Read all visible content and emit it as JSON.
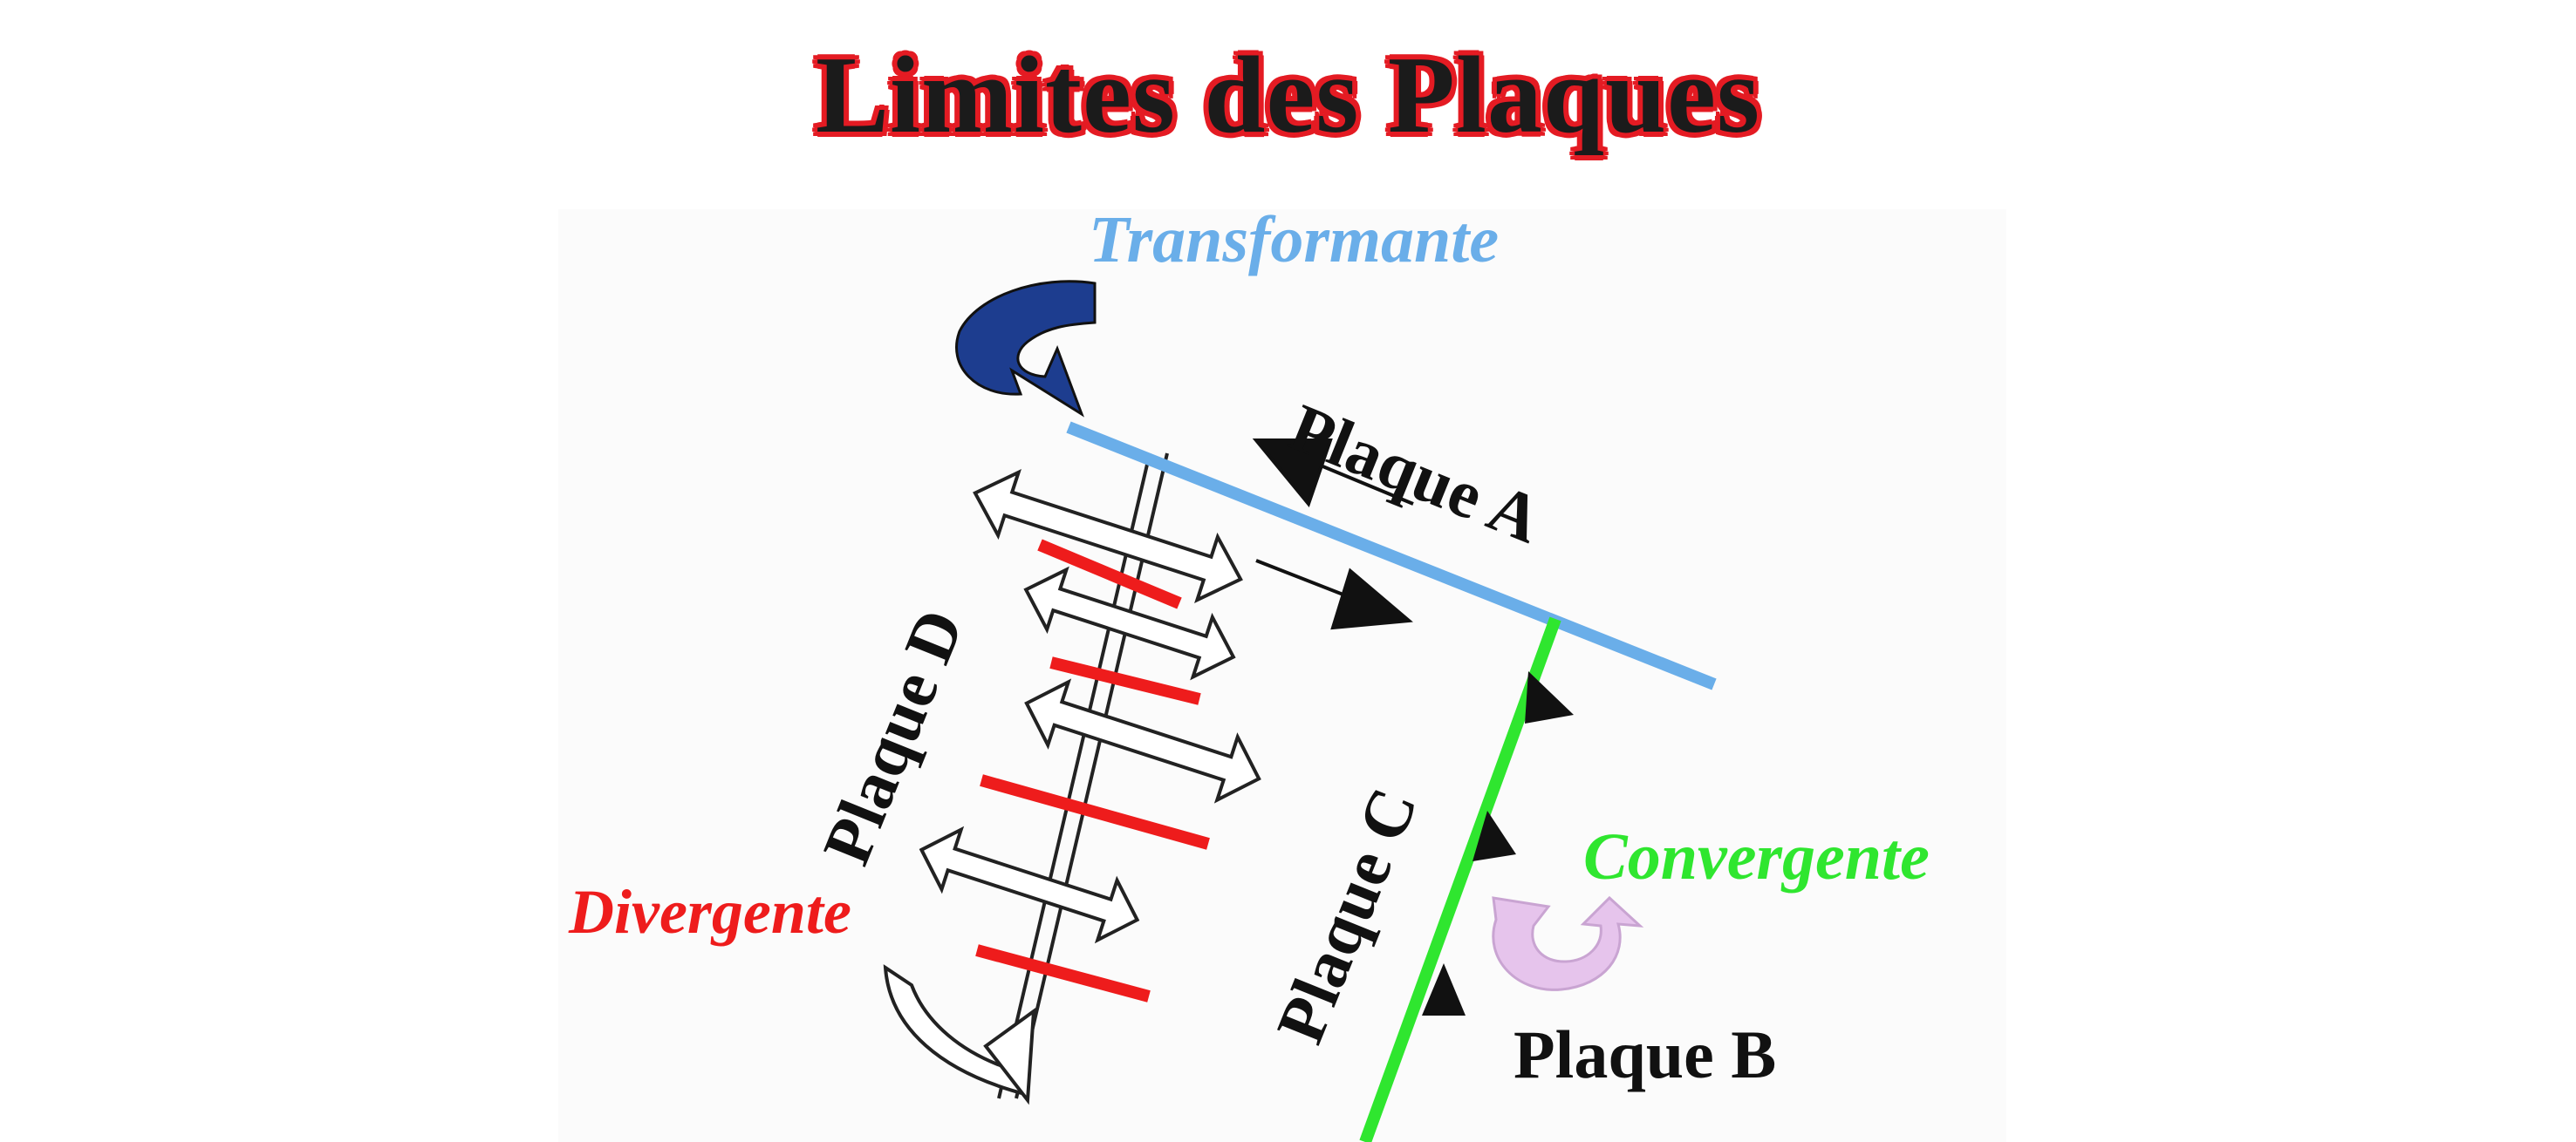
{
  "title": "Limites des Plaques",
  "labels": {
    "transformante": "Transformante",
    "convergente": "Convergente",
    "divergente": "Divergente",
    "plaque_a": "Plaque A",
    "plaque_b": "Plaque B",
    "plaque_c": "Plaque C",
    "plaque_d": "Plaque D"
  },
  "colors": {
    "title_outline": "#e41b23",
    "transformante": "#6aaee9",
    "convergente": "#2fe62f",
    "divergente": "#ee1c1c",
    "rotation_arrow_top": "#1d3d8f",
    "rotation_arrow_bottom": "#e6c4ec"
  }
}
